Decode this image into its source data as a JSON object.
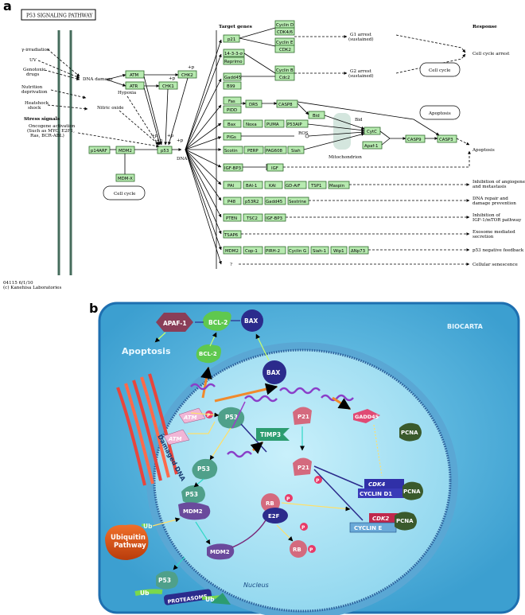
{
  "panel_a": {
    "letter": "a",
    "title": "P53 SIGNALING PATHWAY",
    "stress_signals_label": "Stress signals",
    "stress_signals": [
      "γ-irradiation",
      "UV",
      "Genotoxic\ndrugs",
      "Nutrition\ndeprivation",
      "Heatshock\nshock",
      "Oncogene activation\n(Such as MYC, E2F1,\nRas, BCR-ABL)"
    ],
    "dna_damage": "DNA damage",
    "hypoxia": "Hypoxia",
    "nitric_oxide": "Nitric oxide",
    "dna": "DNA",
    "target_genes_header": "Target genes",
    "response_header": "Response",
    "core_genes": {
      "atm": "ATM",
      "atr": "ATR",
      "chk2": "CHK2",
      "chk1": "CHK1",
      "p14arf": "p14ARF",
      "mdm2": "MDM2",
      "mdmx": "MDM-X",
      "p53": "p53"
    },
    "p_marks": [
      "+p",
      "+p",
      "+p",
      "+p",
      "+p",
      "+p"
    ],
    "cell_cycle_box": "Cell cycle",
    "cell_cycle_box2": "Cell cycle",
    "apoptosis_box": "Apoptosis",
    "targets": {
      "p21": "p21",
      "cyclinD": "Cyclin D",
      "cdk46": "CDK4/6",
      "cyclinE": "Cyclin E",
      "cdk2": "CDK2",
      "sfn": "14-3-3-σ",
      "reprimo": "Reprimo",
      "cyclinB": "Cyclin B",
      "cdc2": "Cdc2",
      "gadd45": "Gadd45",
      "b99": "B99",
      "fas": "Fas",
      "pidd": "PIDD",
      "dr5": "DR5",
      "casp8": "CASP8",
      "bid": "Bid",
      "bax": "Bax",
      "noxa": "Noxa",
      "puma": "PUMA",
      "p53aip": "P53AIP",
      "pigs": "PIGs",
      "ros": "ROS",
      "cytc": "CytC",
      "apaf1": "Apaf-1",
      "casp9": "CASP9",
      "casp3": "CASP3",
      "scotin": "Scotin",
      "perp": "PERP",
      "pag608": "PAG608",
      "siah": "Siah",
      "bid_small": "Bid",
      "mito": "Mitochondrion",
      "igfbp3": "IGF-BP3",
      "igf": "IGF",
      "pai": "PAI",
      "bai1": "BAI-1",
      "kai": "KAI",
      "gdaif": "GD-AiF",
      "tsp1": "TSP1",
      "maspin": "Maspin",
      "p48": "P48",
      "p53r2": "p53R2",
      "gadd45b": "Gadd45",
      "sestrine": "Sestrine",
      "pten": "PTEN",
      "tsc2": "TSC2",
      "igfbp3b": "IGF-BP3",
      "tsap6": "TSAP6",
      "mdm2b": "MDM2",
      "cop1": "Cop-1",
      "pirh2": "PIRH-2",
      "cyclinG": "Cyclin G",
      "siah1": "Siah-1",
      "wip1": "Wip1",
      "dnp73": "ΔNp73",
      "q": "?"
    },
    "responses": {
      "g1": "G1 arrest\n(sustained)",
      "g2": "G2 arrest\n(sustained)",
      "cca": "Cell cycle arrest",
      "apop": "Apoptosis",
      "angio": "Inhibition of angiogenesis\nand metastasis",
      "dnarep": "DNA repair and\ndamage prevention",
      "igf1": "Inhibition of\nIGF-1/mTOR pathway",
      "exo": "Exosome mediated\nsecretion",
      "neg": "p53 negative feedback",
      "sen": "Cellular senescence"
    },
    "footer": "04115 6/1/10\n(c) Kanehisa Laboratories"
  },
  "panel_b": {
    "letter": "b",
    "brand": "BIOCARTA",
    "apoptosis": "Apoptosis",
    "nucleus": "Nucleus",
    "proteins": {
      "apaf1": "APAF-1",
      "bcl2_top": "BCL-2",
      "bax_top": "BAX",
      "bcl2": "BCL-2",
      "bax": "BAX",
      "atm1": "ATM",
      "atm2": "ATM",
      "p": "P",
      "p53a": "P53",
      "p53b": "P53",
      "p53c": "P53",
      "p53d": "P53",
      "timp3": "TIMP3",
      "p21a": "P21",
      "p21b": "P21",
      "gadd45": "GADD45",
      "pcna1": "PCNA",
      "cdk4": "CDK4",
      "cyclind1": "CYCLIN D1",
      "pcna2": "PCNA",
      "cdk2": "CDK2",
      "cycline": "CYCLIN E",
      "pcna3": "PCNA",
      "rb": "RB",
      "e2f": "E2F",
      "rb2": "RB",
      "mdm2a": "MDM2",
      "mdm2b": "MDM2",
      "ub1": "Ub",
      "ub2": "Ub",
      "ub3": "Ub",
      "ubiquitin": "Ubiquitin\nPathway",
      "proteasome": "PROTEASOME",
      "damaged_dna": "Damaged DNA"
    }
  }
}
